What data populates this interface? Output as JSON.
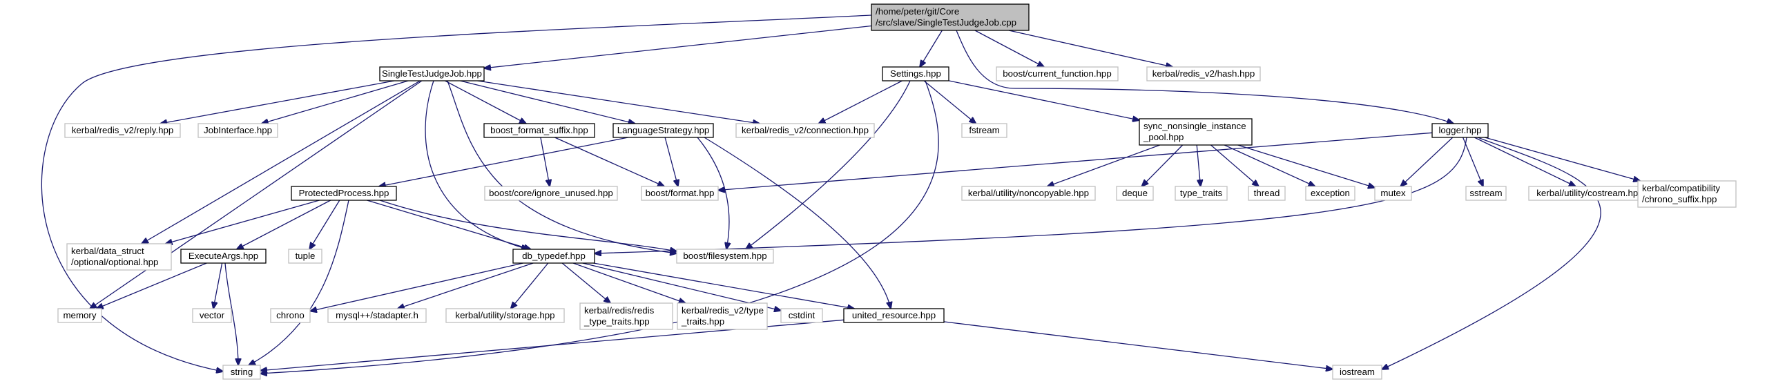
{
  "colors": {
    "root_fill": "#bfbfbf",
    "documented_border": "#000000",
    "external_border": "#bfbfbf",
    "edge": "#191970"
  },
  "nodes": [
    {
      "id": "root",
      "lines": [
        "/home/peter/git/Core",
        "/src/slave/SingleTestJudgeJob.cpp"
      ],
      "kind": "root"
    },
    {
      "id": "stjj",
      "lines": [
        "SingleTestJudgeJob.hpp"
      ],
      "kind": "doc"
    },
    {
      "id": "settings",
      "lines": [
        "Settings.hpp"
      ],
      "kind": "doc"
    },
    {
      "id": "curfunc",
      "lines": [
        "boost/current_function.hpp"
      ],
      "kind": "ext"
    },
    {
      "id": "hash",
      "lines": [
        "kerbal/redis_v2/hash.hpp"
      ],
      "kind": "ext"
    },
    {
      "id": "reply",
      "lines": [
        "kerbal/redis_v2/reply.hpp"
      ],
      "kind": "ext"
    },
    {
      "id": "jobif",
      "lines": [
        "JobInterface.hpp"
      ],
      "kind": "ext"
    },
    {
      "id": "bfs",
      "lines": [
        "boost_format_suffix.hpp"
      ],
      "kind": "doc"
    },
    {
      "id": "lang",
      "lines": [
        "LanguageStrategy.hpp"
      ],
      "kind": "doc"
    },
    {
      "id": "conn",
      "lines": [
        "kerbal/redis_v2/connection.hpp"
      ],
      "kind": "ext"
    },
    {
      "id": "fstream",
      "lines": [
        "fstream"
      ],
      "kind": "ext"
    },
    {
      "id": "sync",
      "lines": [
        "sync_nonsingle_instance",
        "_pool.hpp"
      ],
      "kind": "doc"
    },
    {
      "id": "logger",
      "lines": [
        "logger.hpp"
      ],
      "kind": "doc"
    },
    {
      "id": "ignore",
      "lines": [
        "boost/core/ignore_unused.hpp"
      ],
      "kind": "ext"
    },
    {
      "id": "bformat",
      "lines": [
        "boost/format.hpp"
      ],
      "kind": "ext"
    },
    {
      "id": "pp",
      "lines": [
        "ProtectedProcess.hpp"
      ],
      "kind": "doc"
    },
    {
      "id": "noncopy",
      "lines": [
        "kerbal/utility/noncopyable.hpp"
      ],
      "kind": "ext"
    },
    {
      "id": "deque",
      "lines": [
        "deque"
      ],
      "kind": "ext"
    },
    {
      "id": "typetraits",
      "lines": [
        "type_traits"
      ],
      "kind": "ext"
    },
    {
      "id": "thread",
      "lines": [
        "thread"
      ],
      "kind": "ext"
    },
    {
      "id": "exception",
      "lines": [
        "exception"
      ],
      "kind": "ext"
    },
    {
      "id": "mutex",
      "lines": [
        "mutex"
      ],
      "kind": "ext"
    },
    {
      "id": "sstream",
      "lines": [
        "sstream"
      ],
      "kind": "ext"
    },
    {
      "id": "costream",
      "lines": [
        "kerbal/utility/costream.hpp"
      ],
      "kind": "ext"
    },
    {
      "id": "chronosuf",
      "lines": [
        "kerbal/compatibility",
        "/chrono_suffix.hpp"
      ],
      "kind": "ext"
    },
    {
      "id": "optional",
      "lines": [
        "kerbal/data_struct",
        "/optional/optional.hpp"
      ],
      "kind": "ext"
    },
    {
      "id": "tuple",
      "lines": [
        "tuple"
      ],
      "kind": "ext"
    },
    {
      "id": "exargs",
      "lines": [
        "ExecuteArgs.hpp"
      ],
      "kind": "doc"
    },
    {
      "id": "dbtype",
      "lines": [
        "db_typedef.hpp"
      ],
      "kind": "doc"
    },
    {
      "id": "bfsys",
      "lines": [
        "boost/filesystem.hpp"
      ],
      "kind": "ext"
    },
    {
      "id": "memory",
      "lines": [
        "memory"
      ],
      "kind": "ext"
    },
    {
      "id": "vector",
      "lines": [
        "vector"
      ],
      "kind": "ext"
    },
    {
      "id": "chrono",
      "lines": [
        "chrono"
      ],
      "kind": "ext"
    },
    {
      "id": "mysql",
      "lines": [
        "mysql++/stadapter.h"
      ],
      "kind": "ext"
    },
    {
      "id": "storage",
      "lines": [
        "kerbal/utility/storage.hpp"
      ],
      "kind": "ext"
    },
    {
      "id": "redistt",
      "lines": [
        "kerbal/redis/redis",
        "_type_traits.hpp"
      ],
      "kind": "ext"
    },
    {
      "id": "redisv2tt",
      "lines": [
        "kerbal/redis_v2/type",
        "_traits.hpp"
      ],
      "kind": "ext"
    },
    {
      "id": "cstdint",
      "lines": [
        "cstdint"
      ],
      "kind": "ext"
    },
    {
      "id": "united",
      "lines": [
        "united_resource.hpp"
      ],
      "kind": "doc"
    },
    {
      "id": "string",
      "lines": [
        "string"
      ],
      "kind": "ext"
    },
    {
      "id": "iostream",
      "lines": [
        "iostream"
      ],
      "kind": "ext"
    }
  ]
}
